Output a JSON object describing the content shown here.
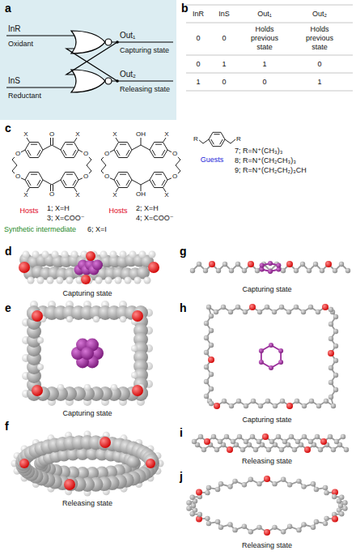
{
  "diagram": {
    "labels": [
      "a",
      "InR",
      "Oxidant",
      "InS",
      "Reductant",
      "Out₁",
      "Capturing state",
      "Out₂",
      "Releasing state",
      "b",
      "InR",
      "InS",
      "Out₁",
      "Out₂",
      "0",
      "0",
      "Holds previous state",
      "Holds previous state",
      "0",
      "1",
      "1",
      "0",
      "1",
      "0",
      "0",
      "1",
      "c",
      "X",
      "O",
      "X",
      "O",
      "O",
      "O",
      "O",
      "X",
      "O",
      "X",
      "X",
      "OH",
      "X",
      "O",
      "O",
      "O",
      "O",
      "X",
      "OH",
      "X",
      "R",
      "R",
      "Hosts",
      "1; X=H",
      "3; X=COO⁻",
      "Synthetic intermediate",
      "6; X=I",
      "Hosts",
      "2; X=H",
      "4; X=COO⁻",
      "Guests",
      "7; R=N⁺(CH₃)₃",
      "8; R=N⁺(CH₂CH₃)₃",
      "9; R=N⁺(CH₂CH₂)₃CH",
      "d",
      "Capturing state",
      "e",
      "Capturing state",
      "f",
      "Releasing state",
      "g",
      "Capturing state",
      "h",
      "Capturing state",
      "i",
      "Releasing state",
      "j",
      "Releasing state"
    ]
  }
}
